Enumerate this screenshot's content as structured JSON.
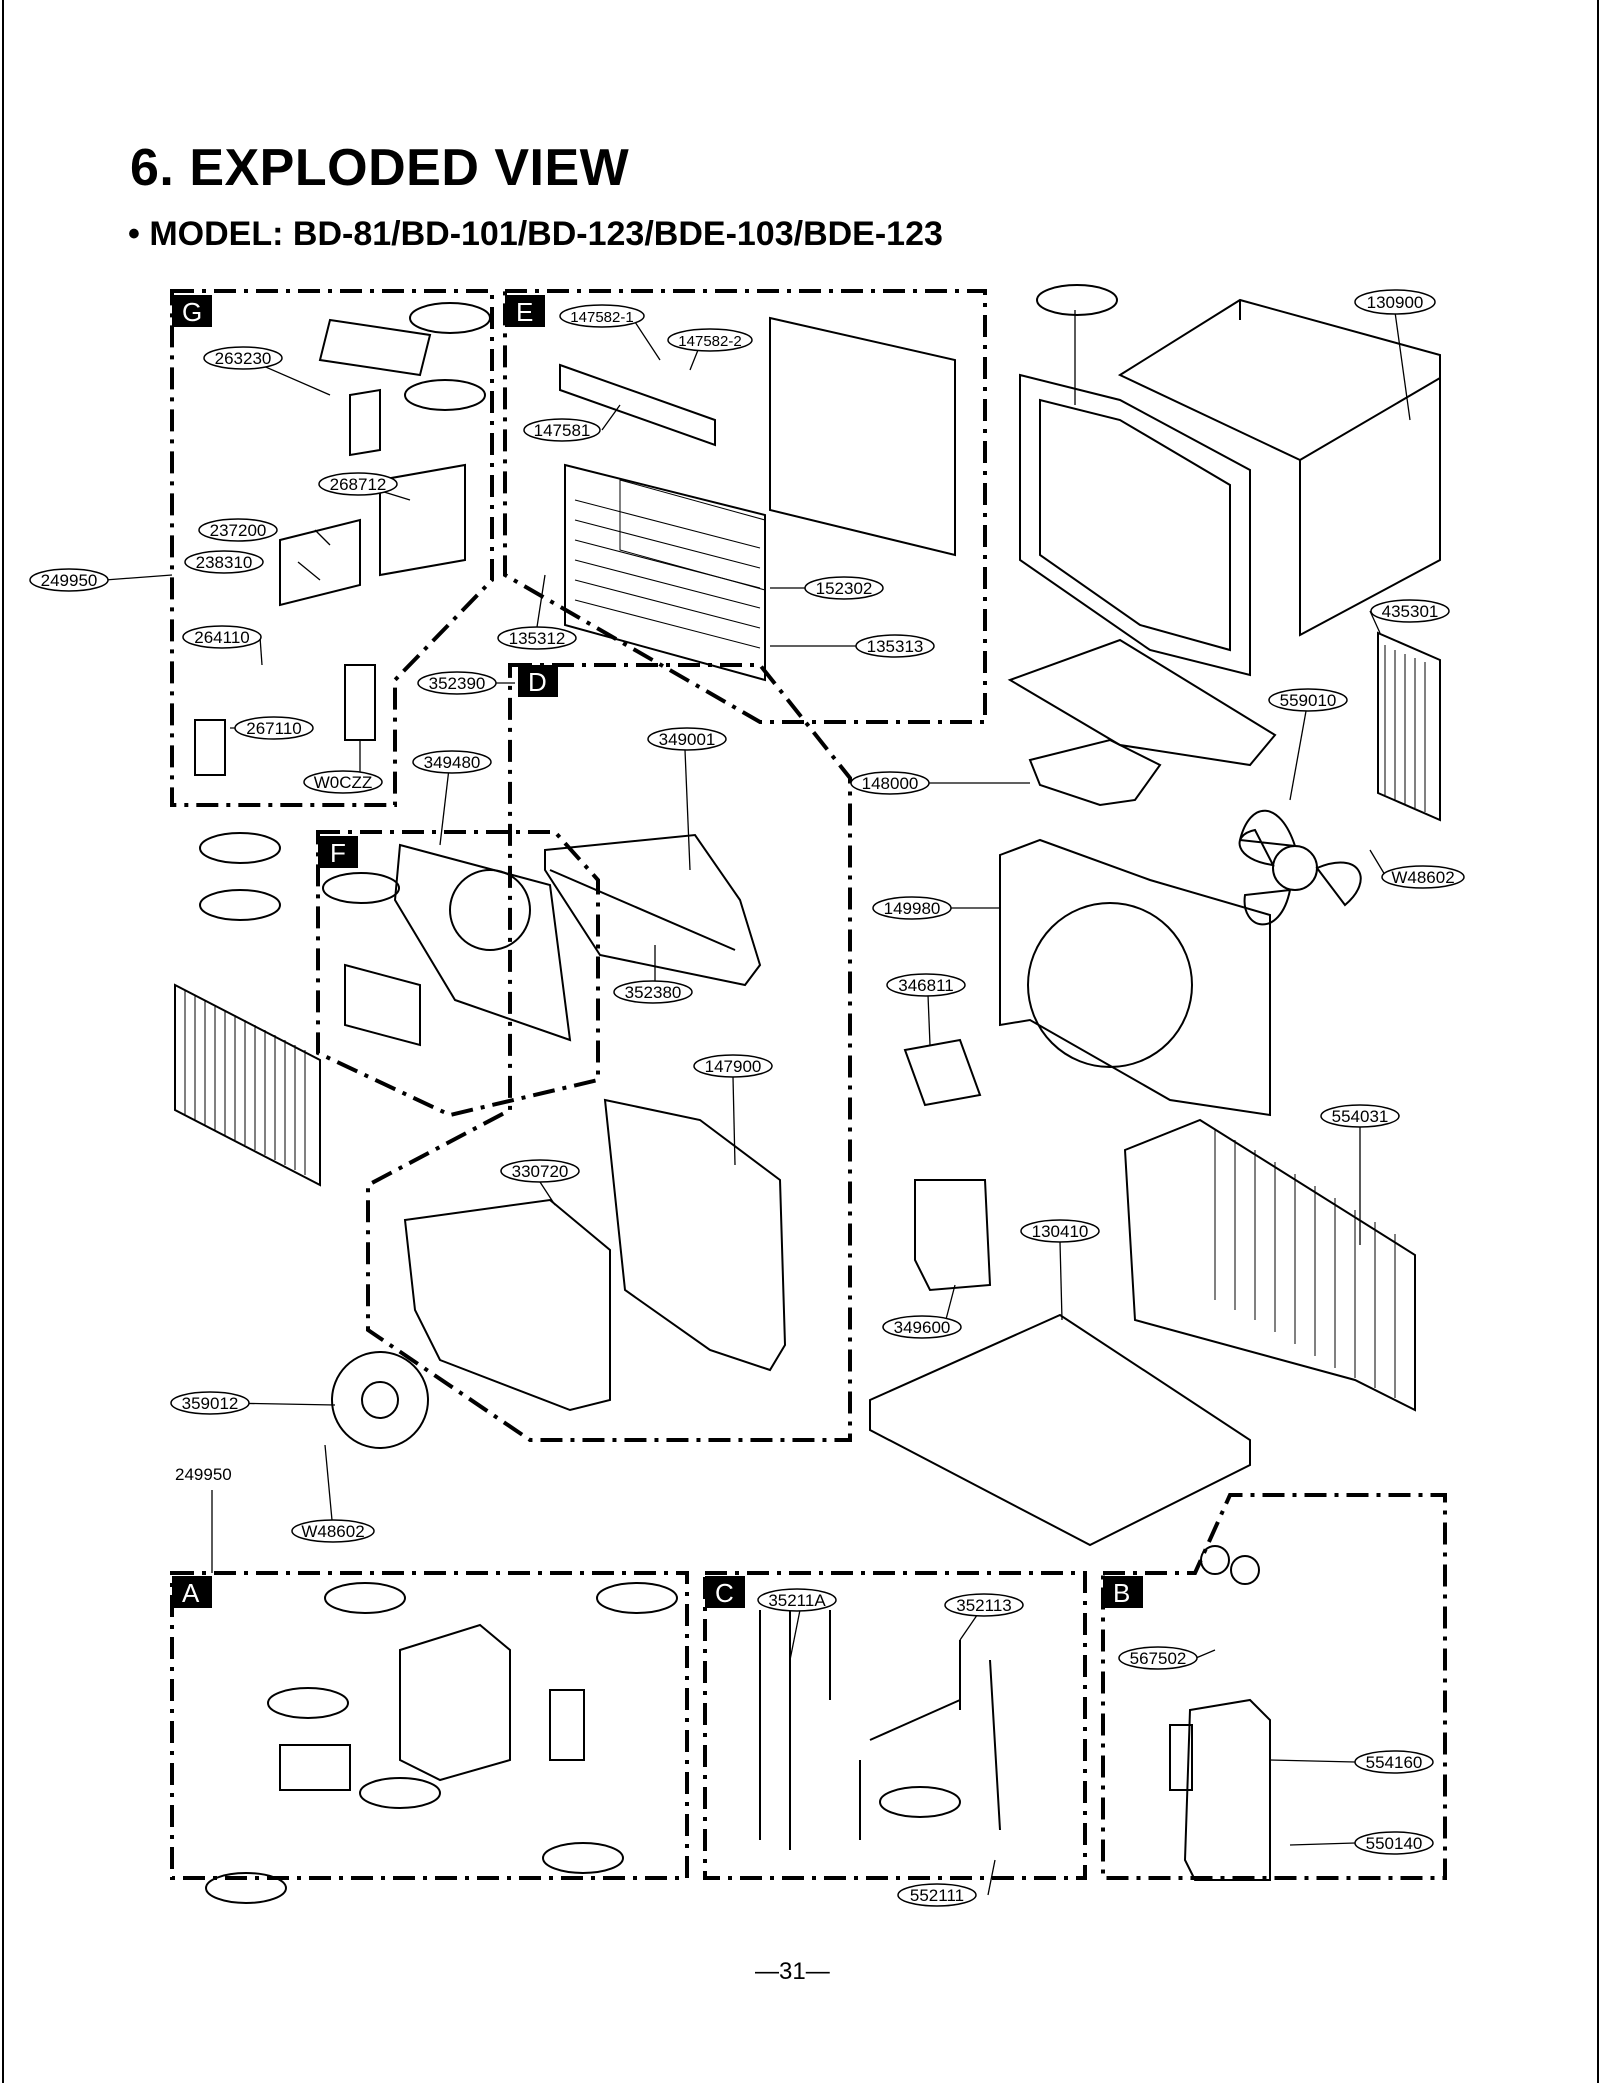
{
  "title": "6. EXPLODED VIEW",
  "model": "• MODEL: BD-81/BD-101/BD-123/BDE-103/BDE-123",
  "page_number": "—31—",
  "sections": {
    "G": "G",
    "E": "E",
    "D": "D",
    "F": "F",
    "A": "A",
    "C": "C",
    "B": "B"
  },
  "parts": {
    "p130900": "130900",
    "p147582_1": "147582-1",
    "p147582_2": "147582-2",
    "p147581": "147581",
    "p152302": "152302",
    "p135313": "135313",
    "p135312": "135312",
    "p263230": "263230",
    "p268712": "268712",
    "p237200": "237200",
    "p238310": "238310",
    "p249950_left": "249950",
    "p264110": "264110",
    "p267110": "267110",
    "pW0CZZ": "W0CZZ",
    "p352390": "352390",
    "p349001": "349001",
    "p349480": "349480",
    "p352380": "352380",
    "p435301": "435301",
    "p559010": "559010",
    "p148000": "148000",
    "pW48602_right": "W48602",
    "p149980": "149980",
    "p346811": "346811",
    "p147900": "147900",
    "p554031": "554031",
    "p330720": "330720",
    "p130410": "130410",
    "p349600": "349600",
    "p359012": "359012",
    "p249950_plain": "249950",
    "pW48602_left": "W48602",
    "p35211A": "35211A",
    "p352113": "352113",
    "p552111": "552111",
    "p567502": "567502",
    "p554160": "554160",
    "p550140": "550140"
  }
}
